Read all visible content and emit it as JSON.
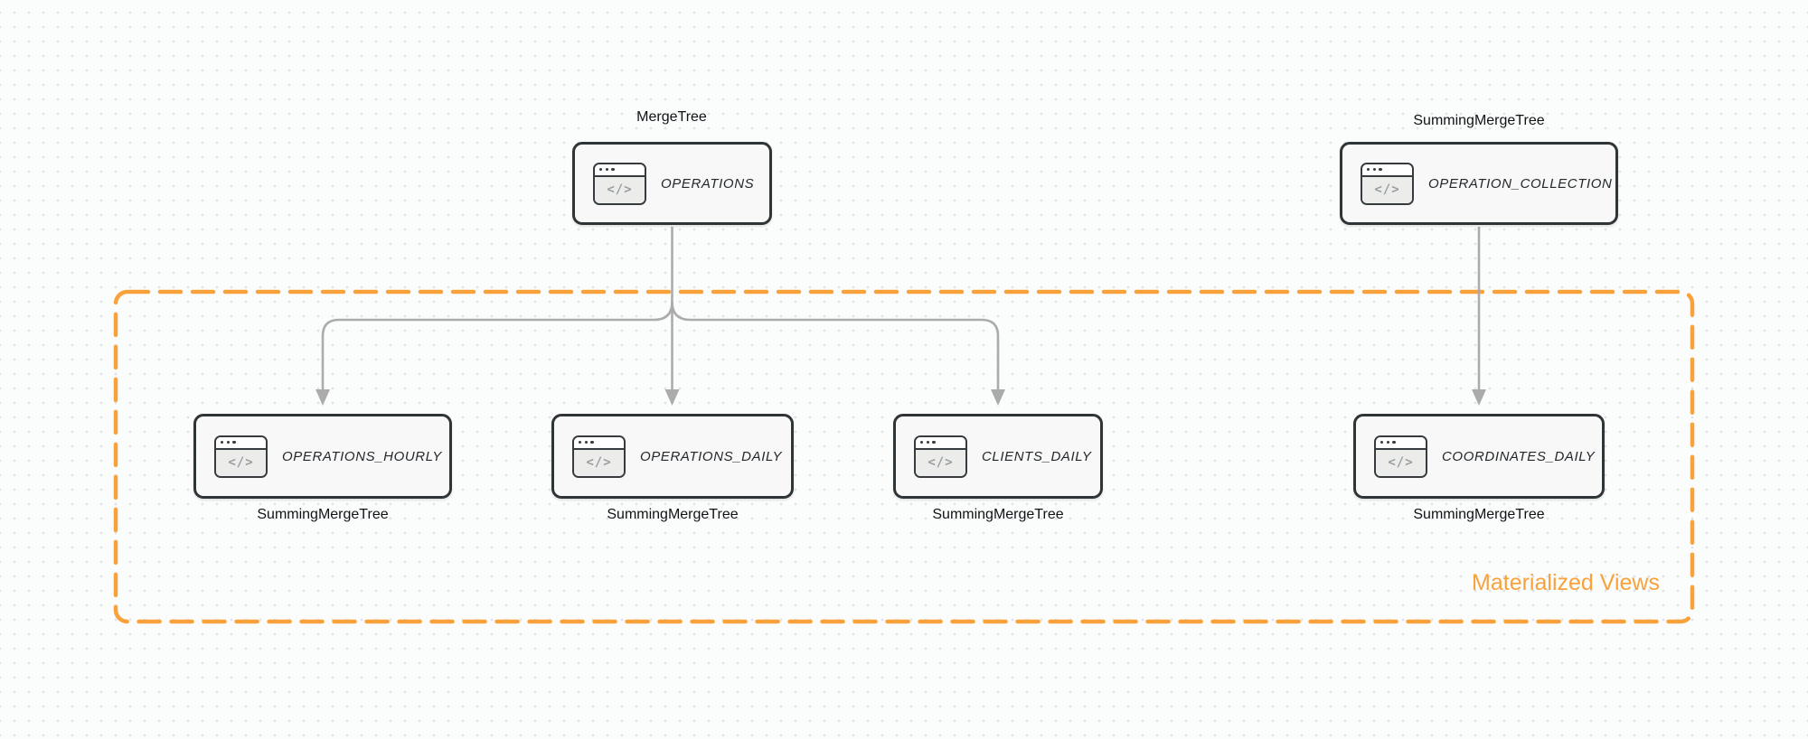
{
  "diagram": {
    "group": {
      "label": "Materialized Views",
      "accent_color": "#f9a23b"
    },
    "icon": {
      "name": "code-window-icon",
      "glyph": "</>"
    },
    "colors": {
      "node_border": "#2f3437",
      "node_fill": "#f7f8f7",
      "arrow": "#ababab",
      "group_dash": "#f9a23b",
      "background": "#fbfcfc"
    },
    "nodes": {
      "operations": {
        "name": "OPERATIONS",
        "engine": "MergeTree",
        "engine_position": "above"
      },
      "operation_collection": {
        "name": "OPERATION_COLLECTION",
        "engine": "SummingMergeTree",
        "engine_position": "above"
      },
      "operations_hourly": {
        "name": "OPERATIONS_HOURLY",
        "engine": "SummingMergeTree",
        "engine_position": "below"
      },
      "operations_daily": {
        "name": "OPERATIONS_DAILY",
        "engine": "SummingMergeTree",
        "engine_position": "below"
      },
      "clients_daily": {
        "name": "CLIENTS_DAILY",
        "engine": "SummingMergeTree",
        "engine_position": "below"
      },
      "coordinates_daily": {
        "name": "COORDINATES_DAILY",
        "engine": "SummingMergeTree",
        "engine_position": "below"
      }
    },
    "edges": [
      {
        "from": "operations",
        "to": "operations_hourly"
      },
      {
        "from": "operations",
        "to": "operations_daily"
      },
      {
        "from": "operations",
        "to": "clients_daily"
      },
      {
        "from": "operation_collection",
        "to": "coordinates_daily"
      }
    ]
  }
}
